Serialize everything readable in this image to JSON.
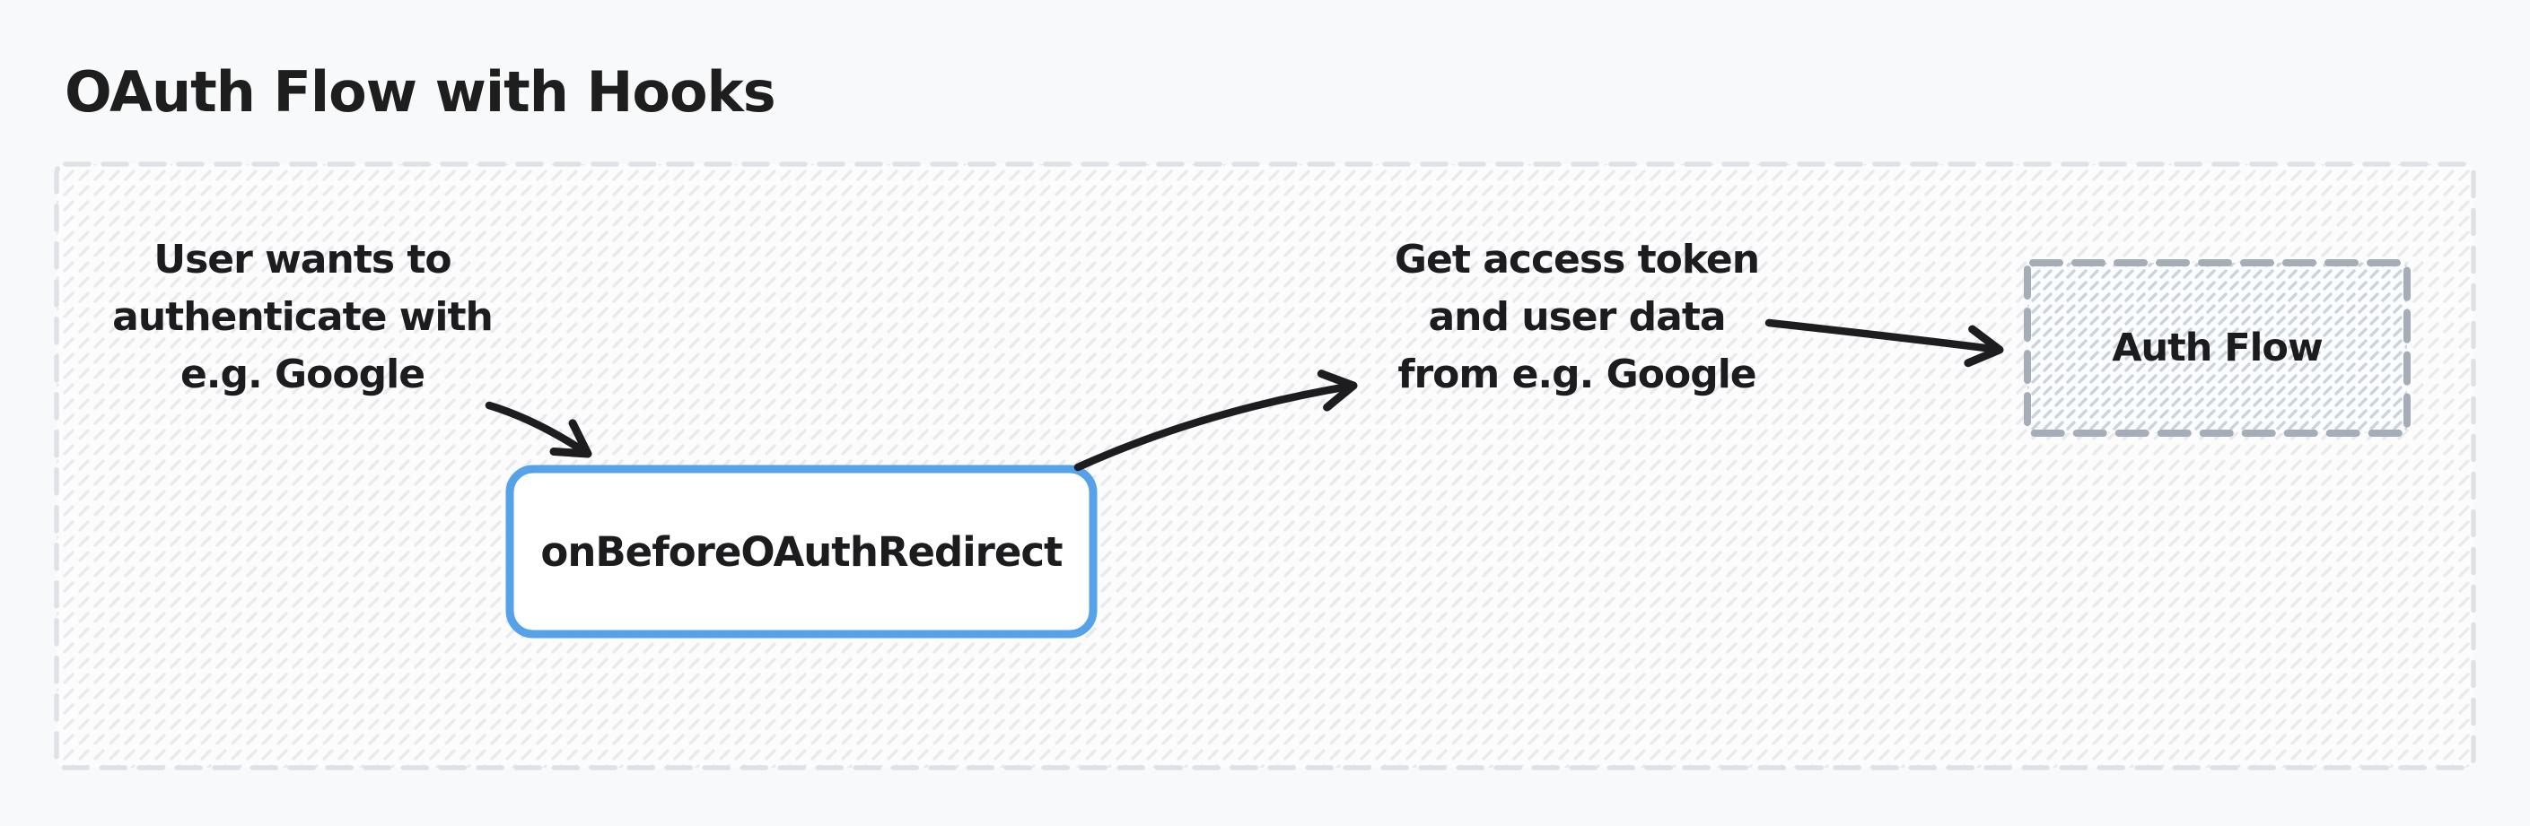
{
  "title": "OAuth Flow with Hooks",
  "colors": {
    "background": "#f8f9fa",
    "container_fill": "#fcfcfd",
    "container_hatch": "#e8eaee",
    "container_border": "#dee2e7",
    "hook_box_border": "#55a2e9",
    "hook_box_fill": "#ffffff",
    "auth_flow_border": "#a5adb8",
    "auth_flow_hatch": "#ccd3db",
    "arrow": "#1d1d1f",
    "text": "#1e1e1e"
  },
  "notes": {
    "left": {
      "lines": [
        "User wants to",
        "authenticate with",
        "e.g. Google"
      ]
    },
    "right": {
      "lines": [
        "Get access token",
        "and user data",
        "from e.g. Google"
      ]
    }
  },
  "nodes": {
    "hook": {
      "label": "onBeforeOAuthRedirect"
    },
    "auth_flow": {
      "label": "Auth Flow"
    }
  }
}
